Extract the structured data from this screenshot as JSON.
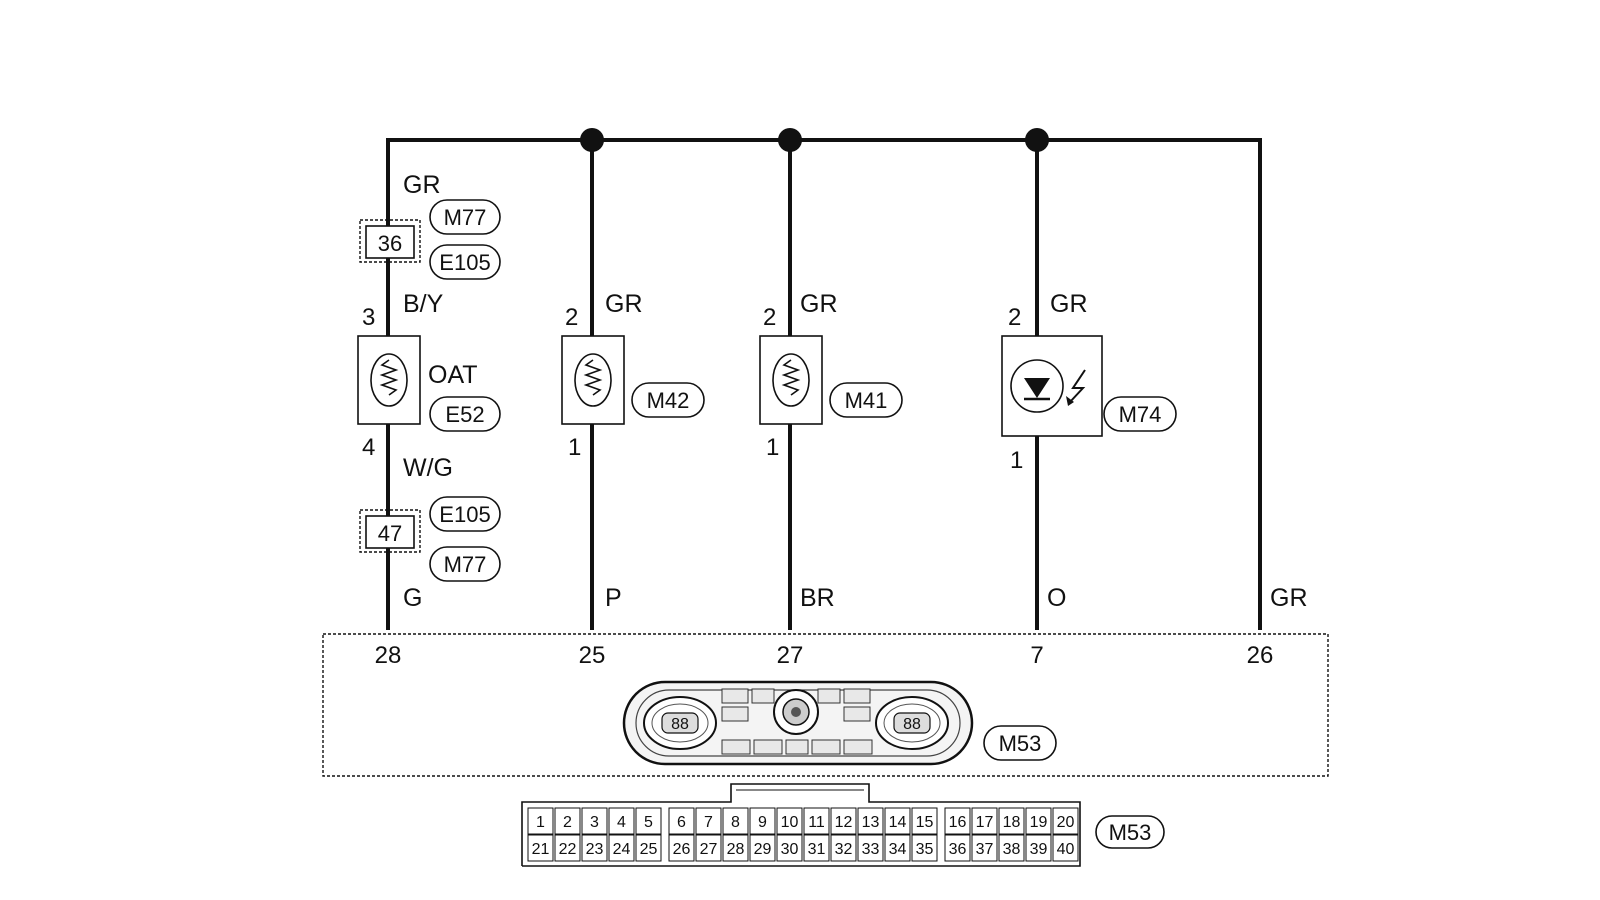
{
  "wire_labels": {
    "m77_gr": "GR",
    "oat_in": "B/Y",
    "oat_out": "W/G",
    "oat_ecu": "G",
    "m42_gr": "GR",
    "m42_out": "P",
    "m41_gr": "GR",
    "m41_out": "BR",
    "m74_gr": "GR",
    "m74_out": "O",
    "rail_return": "GR"
  },
  "components": {
    "oat": {
      "name": "OAT",
      "connector": "E52",
      "pin_top": "3",
      "pin_bottom": "4"
    },
    "m42": {
      "connector": "M42",
      "pin_top": "2",
      "pin_bottom": "1"
    },
    "m41": {
      "connector": "M41",
      "pin_top": "2",
      "pin_bottom": "1"
    },
    "m74": {
      "connector": "M74",
      "pin_top": "2",
      "pin_bottom": "1"
    }
  },
  "junctions": {
    "upper": {
      "terminal": "36",
      "conn_a": "M77",
      "conn_b": "E105"
    },
    "lower": {
      "terminal": "47",
      "conn_a": "E105",
      "conn_b": "M77"
    }
  },
  "control_unit": {
    "connector": "M53",
    "terminals": [
      "28",
      "25",
      "27",
      "7",
      "26"
    ],
    "display_left": "88",
    "display_right": "88"
  },
  "connector_face": {
    "label": "M53",
    "row1": [
      "1",
      "2",
      "3",
      "4",
      "5",
      "6",
      "7",
      "8",
      "9",
      "10",
      "11",
      "12",
      "13",
      "14",
      "15",
      "16",
      "17",
      "18",
      "19",
      "20"
    ],
    "row2": [
      "21",
      "22",
      "23",
      "24",
      "25",
      "26",
      "27",
      "28",
      "29",
      "30",
      "31",
      "32",
      "33",
      "34",
      "35",
      "36",
      "37",
      "38",
      "39",
      "40"
    ]
  }
}
